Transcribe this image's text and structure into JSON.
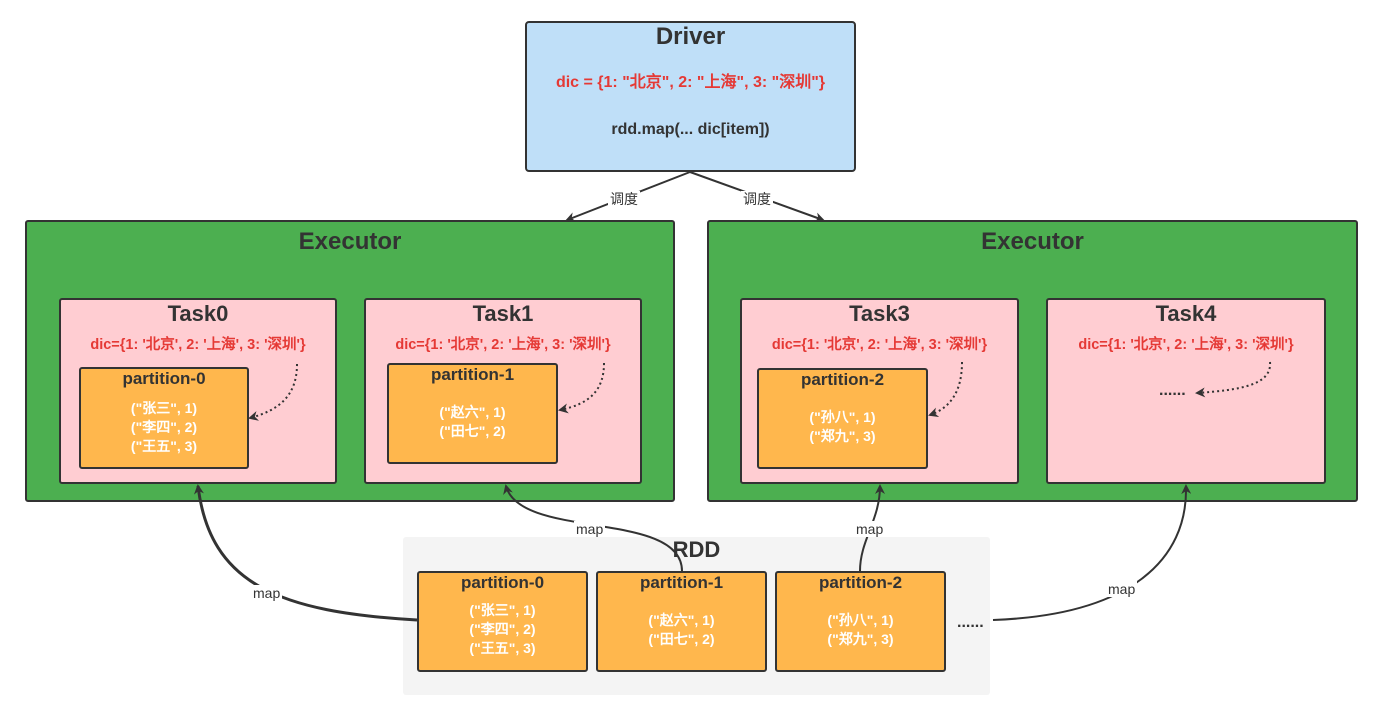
{
  "driver": {
    "title": "Driver",
    "dic": "dic = {1: \"北京\", 2: \"上海\", 3: \"深圳\"}",
    "code": "rdd.map(... dic[item])"
  },
  "executors": [
    {
      "title": "Executor"
    },
    {
      "title": "Executor"
    }
  ],
  "tasks": [
    {
      "title": "Task0",
      "dic": "dic={1: '北京', 2: '上海', 3: '深圳'}"
    },
    {
      "title": "Task1",
      "dic": "dic={1: '北京', 2: '上海', 3: '深圳'}"
    },
    {
      "title": "Task3",
      "dic": "dic={1: '北京', 2: '上海', 3: '深圳'}"
    },
    {
      "title": "Task4",
      "dic": "dic={1: '北京', 2: '上海', 3: '深圳'}",
      "ellipsis": "......"
    }
  ],
  "task_partitions": [
    {
      "title": "partition-0",
      "rows": [
        "(\"张三\", 1)",
        "(\"李四\", 2)",
        "(\"王五\", 3)"
      ]
    },
    {
      "title": "partition-1",
      "rows": [
        "(\"赵六\", 1)",
        "(\"田七\", 2)"
      ]
    },
    {
      "title": "partition-2",
      "rows": [
        "(\"孙八\", 1)",
        "(\"郑九\", 3)"
      ]
    }
  ],
  "rdd": {
    "title": "RDD",
    "partitions": [
      {
        "title": "partition-0",
        "rows": [
          "(\"张三\", 1)",
          "(\"李四\", 2)",
          "(\"王五\", 3)"
        ]
      },
      {
        "title": "partition-1",
        "rows": [
          "(\"赵六\", 1)",
          "(\"田七\", 2)"
        ]
      },
      {
        "title": "partition-2",
        "rows": [
          "(\"孙八\", 1)",
          "(\"郑九\", 3)"
        ]
      }
    ],
    "ellipsis": "......"
  },
  "edge_labels": {
    "schedule_left": "调度",
    "schedule_right": "调度",
    "map_0": "map",
    "map_1": "map",
    "map_2": "map",
    "map_3": "map"
  },
  "colors": {
    "driver_fill": "#bfdff8",
    "executor_fill": "#4caf50",
    "task_fill": "#ffcdd2",
    "partition_fill": "#ffb74d",
    "rdd_fill": "#f4f4f4",
    "red_text": "#e53935",
    "border": "#333333"
  }
}
